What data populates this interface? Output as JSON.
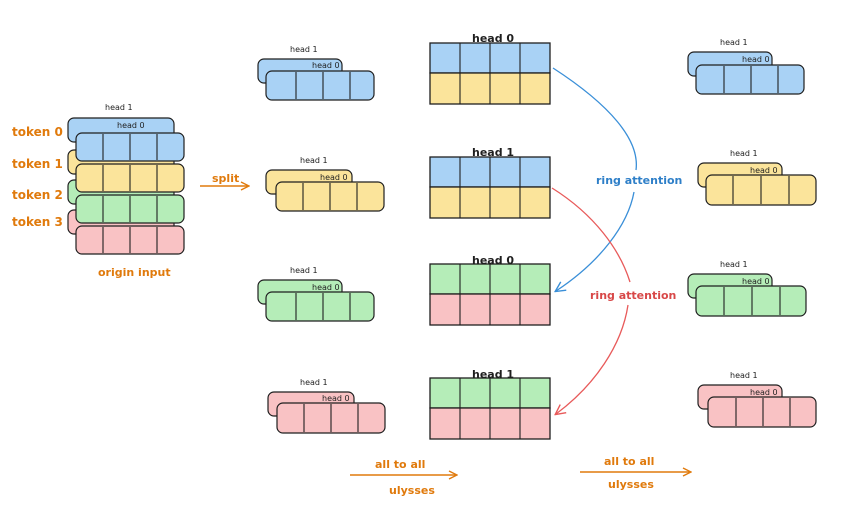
{
  "colors": {
    "blue": "#a9d2f5",
    "yellow": "#fbe49b",
    "green": "#b5edb8",
    "red": "#f9c2c4",
    "stroke": "#1f1f1f",
    "orange": "#e07a0c",
    "ring_blue": "#3a8fd8",
    "ring_red": "#e85a5a"
  },
  "labels": {
    "head0": "head 0",
    "head1": "head 1",
    "split": "split",
    "origin_input": "origin input",
    "ring_attention": "ring attention",
    "all_to_all": "all to all",
    "ulysses": "ulysses"
  },
  "tokens": [
    "token 0",
    "token 1",
    "token 2",
    "token 3"
  ]
}
